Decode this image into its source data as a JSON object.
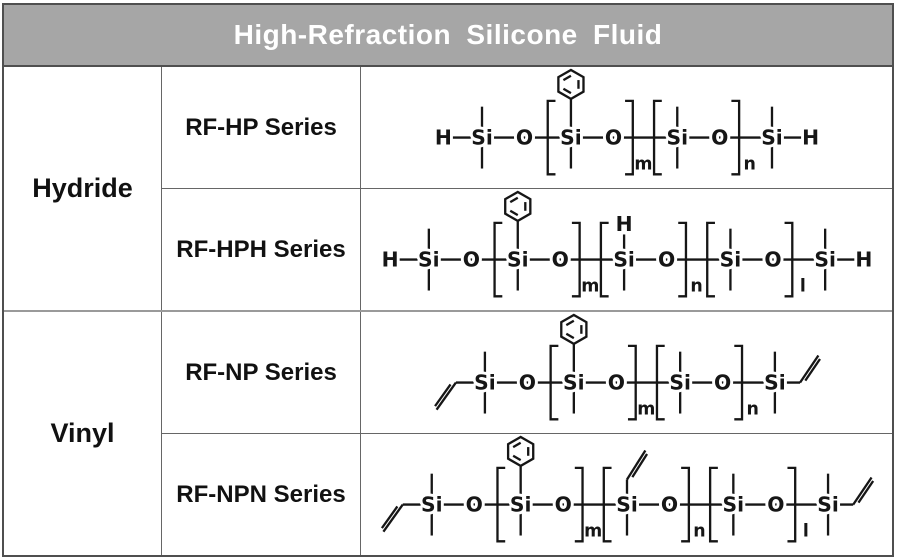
{
  "table": {
    "title": "High-Refraction Silicone Fluid",
    "sections": [
      {
        "category": "Hydride",
        "rows": [
          {
            "series": "RF-HP Series",
            "structure": "rf_hp"
          },
          {
            "series": "RF-HPH Series",
            "structure": "rf_hph"
          }
        ]
      },
      {
        "category": "Vinyl",
        "rows": [
          {
            "series": "RF-NP Series",
            "structure": "rf_np"
          },
          {
            "series": "RF-NPN Series",
            "structure": "rf_npn"
          }
        ]
      }
    ]
  },
  "symbols": {
    "si": "Si",
    "o": "O",
    "h": "H"
  },
  "colors": {
    "header_bg": "#a6a6a6",
    "header_text": "#ffffff",
    "outer_border": "#4f4f4f",
    "inner_border": "#666666",
    "section_divider": "#9a9a9a",
    "ink": "#161616"
  },
  "structures": [
    {
      "id": "rf_hp",
      "left_end": "H",
      "right_end": "H",
      "units": [
        {
          "top": "methyl",
          "bottom": "methyl"
        },
        {
          "top": "phenyl",
          "bottom": "methyl",
          "bracket": "m"
        },
        {
          "top": "methyl",
          "bottom": "methyl",
          "bracket": "n"
        },
        {
          "top": "methyl",
          "bottom": "methyl",
          "terminal": true
        }
      ]
    },
    {
      "id": "rf_hph",
      "left_end": "H",
      "right_end": "H",
      "units": [
        {
          "top": "methyl",
          "bottom": "methyl"
        },
        {
          "top": "phenyl",
          "bottom": "methyl",
          "bracket": "m"
        },
        {
          "top": "H",
          "bottom": "methyl",
          "bracket": "n"
        },
        {
          "top": "methyl",
          "bottom": "methyl",
          "bracket": "l"
        },
        {
          "top": "methyl",
          "bottom": "methyl",
          "terminal": true
        }
      ]
    },
    {
      "id": "rf_np",
      "left_end": "vinyl",
      "right_end": "vinyl",
      "units": [
        {
          "top": "methyl",
          "bottom": "methyl"
        },
        {
          "top": "phenyl",
          "bottom": "methyl",
          "bracket": "m"
        },
        {
          "top": "methyl",
          "bottom": "methyl",
          "bracket": "n"
        },
        {
          "top": "methyl",
          "bottom": "methyl",
          "terminal": true
        }
      ]
    },
    {
      "id": "rf_npn",
      "left_end": "vinyl",
      "right_end": "vinyl",
      "units": [
        {
          "top": "methyl",
          "bottom": "methyl"
        },
        {
          "top": "phenyl",
          "bottom": "methyl",
          "bracket": "m"
        },
        {
          "top": "vinyl",
          "bottom": "methyl",
          "bracket": "n"
        },
        {
          "top": "methyl",
          "bottom": "methyl",
          "bracket": "l"
        },
        {
          "top": "methyl",
          "bottom": "methyl",
          "terminal": true
        }
      ]
    }
  ]
}
